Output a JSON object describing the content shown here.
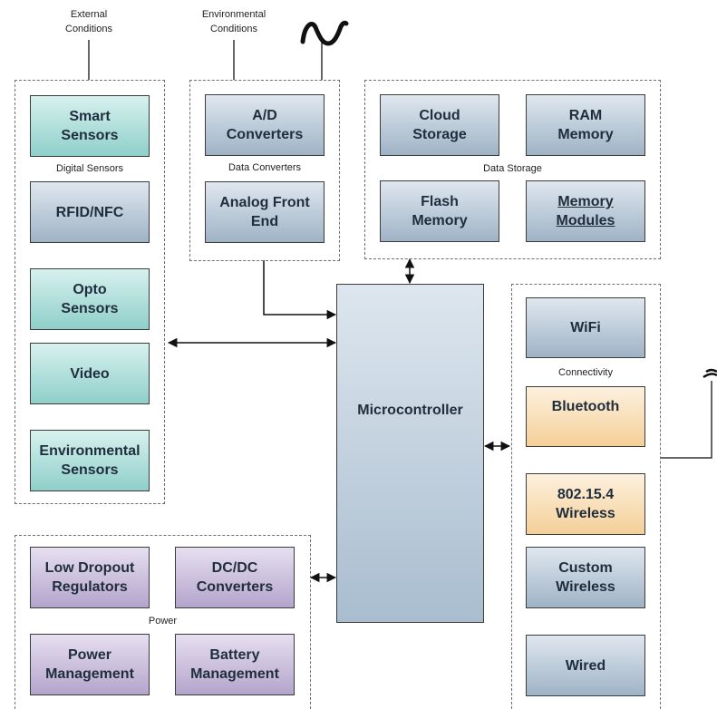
{
  "top_labels": {
    "external_conditions": [
      "External",
      "Conditions"
    ],
    "environmental_conditions": [
      "Environmental",
      "Conditions"
    ],
    "analog_signal_icon": "sine-wave",
    "antenna_icon": "wireless-antenna"
  },
  "sensors": {
    "group_label": "Digital Sensors",
    "smart_sensors": [
      "Smart",
      "Sensors"
    ],
    "rfid_nfc": "RFID/NFC",
    "opto_sensors": [
      "Opto",
      "Sensors"
    ],
    "video": "Video",
    "environmental_sensors": [
      "Environmental",
      "Sensors"
    ]
  },
  "data_converters": {
    "group_label": "Data Converters",
    "ad_converters": [
      "A/D",
      "Converters"
    ],
    "analog_front_end": [
      "Analog Front",
      "End"
    ]
  },
  "data_storage": {
    "group_label": "Data Storage",
    "cloud_storage": [
      "Cloud",
      "Storage"
    ],
    "ram_memory": [
      "RAM",
      "Memory"
    ],
    "flash_memory": [
      "Flash",
      "Memory"
    ],
    "memory_modules": [
      "Memory",
      "Modules"
    ]
  },
  "microcontroller": {
    "label": "Microcontroller"
  },
  "connectivity": {
    "group_label": "Connectivity",
    "wifi": "WiFi",
    "bluetooth": "Bluetooth",
    "wireless_802154": [
      "802.15.4",
      "Wireless"
    ],
    "custom_wireless": [
      "Custom",
      "Wireless"
    ],
    "wired": "Wired"
  },
  "power": {
    "group_label": "Power",
    "ldo": [
      "Low Dropout",
      "Regulators"
    ],
    "dcdc": [
      "DC/DC",
      "Converters"
    ],
    "power_management": [
      "Power",
      "Management"
    ],
    "battery_management": [
      "Battery",
      "Management"
    ]
  },
  "colors": {
    "sensor_fill": "#a9dcd7",
    "neutral_fill": "#b4c5d6",
    "wireless_fill": "#f7dcb0",
    "power_fill": "#c7b9dc",
    "border": "#3c3c3c"
  }
}
